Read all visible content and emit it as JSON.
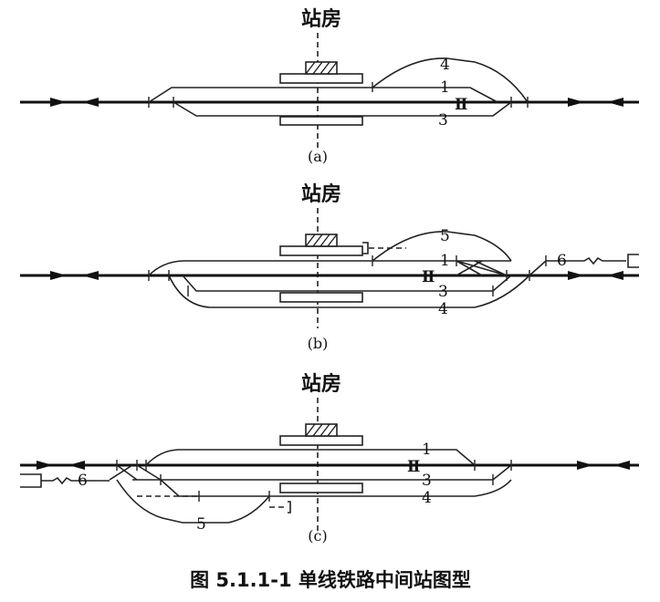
{
  "diagram": {
    "station_house_label": "站房",
    "figure_caption": "图 5.1.1-1   单线铁路中间站图型",
    "panels": [
      {
        "id": "a",
        "label": "(a)",
        "tracks": {
          "t1": "1",
          "t2": "Ⅱ",
          "t3": "3",
          "t4": "4"
        }
      },
      {
        "id": "b",
        "label": "(b)",
        "tracks": {
          "t1": "1",
          "t2": "Ⅱ",
          "t3": "3",
          "t4": "4",
          "t5": "5",
          "t6": "6"
        }
      },
      {
        "id": "c",
        "label": "(c)",
        "tracks": {
          "t1": "1",
          "t2": "Ⅱ",
          "t3": "3",
          "t4": "4",
          "t5": "5",
          "t6": "6"
        }
      }
    ]
  }
}
